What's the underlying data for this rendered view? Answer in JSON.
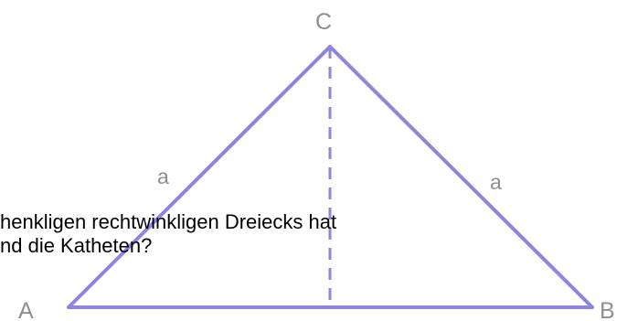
{
  "diagram": {
    "vertex_a": "A",
    "vertex_b": "B",
    "vertex_c": "C",
    "side_left": "a",
    "side_right": "a",
    "triangle_color": "#8c86dc",
    "label_color": "#8f8f8f"
  },
  "question": {
    "line1": "henkligen rechtwinkligen Dreiecks hat",
    "line2": "nd die Katheten?"
  }
}
